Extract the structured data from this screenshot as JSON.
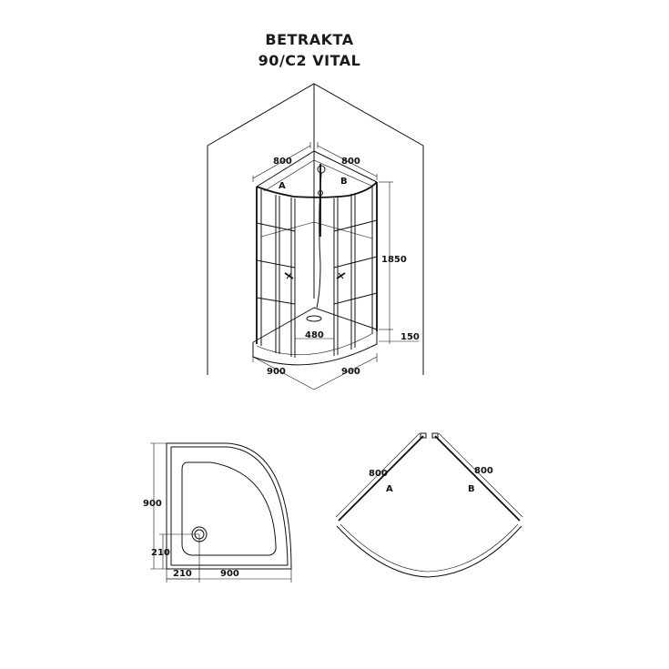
{
  "title": {
    "line1": "BETRAKTA",
    "line2": "90/C2 VITAL"
  },
  "iso_view": {
    "top_left_width": "800",
    "top_right_width": "800",
    "panel_a": "A",
    "panel_b": "B",
    "height": "1850",
    "tray_height": "150",
    "entrance_width": "480",
    "base_left": "900",
    "base_right": "900"
  },
  "tray_plan": {
    "depth": "900",
    "width": "900",
    "drain_offset_y": "210",
    "drain_offset_x": "210"
  },
  "panels_plan": {
    "panel_a_label": "A",
    "panel_b_label": "B",
    "panel_a_width": "800",
    "panel_b_width": "800"
  }
}
